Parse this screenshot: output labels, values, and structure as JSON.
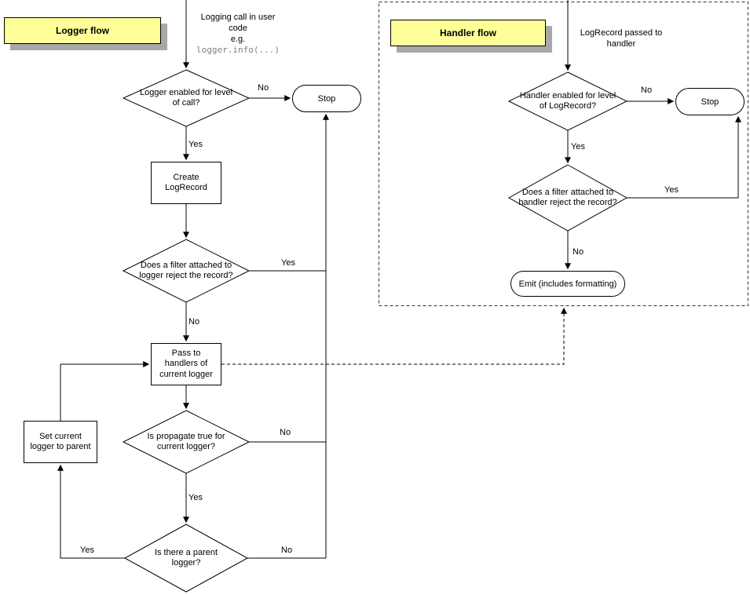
{
  "edge_labels": {
    "yes": "Yes",
    "no": "No"
  },
  "logger_flow": {
    "title": "Logger flow",
    "entry_line1": "Logging call in user code",
    "entry_line2": "e.g.",
    "entry_code": "logger.info(...)",
    "decision_level": "Logger enabled for level of call?",
    "stop": "Stop",
    "create_record": "Create LogRecord",
    "decision_filter": "Does a filter attached to logger reject the record?",
    "pass_handlers": "Pass to handlers of current logger",
    "decision_propagate": "Is propagate true for current logger?",
    "decision_parent": "Is there a parent logger?",
    "set_parent": "Set current logger to parent"
  },
  "handler_flow": {
    "title": "Handler flow",
    "entry": "LogRecord passed to handler",
    "decision_level": "Handler enabled for level of LogRecord?",
    "stop": "Stop",
    "decision_filter": "Does a filter attached to handler reject the record?",
    "emit": "Emit (includes formatting)"
  },
  "colors": {
    "note_background": "#ffff99",
    "note_shadow": "#a8a8a8",
    "line": "#000000",
    "code_text": "#808080"
  }
}
